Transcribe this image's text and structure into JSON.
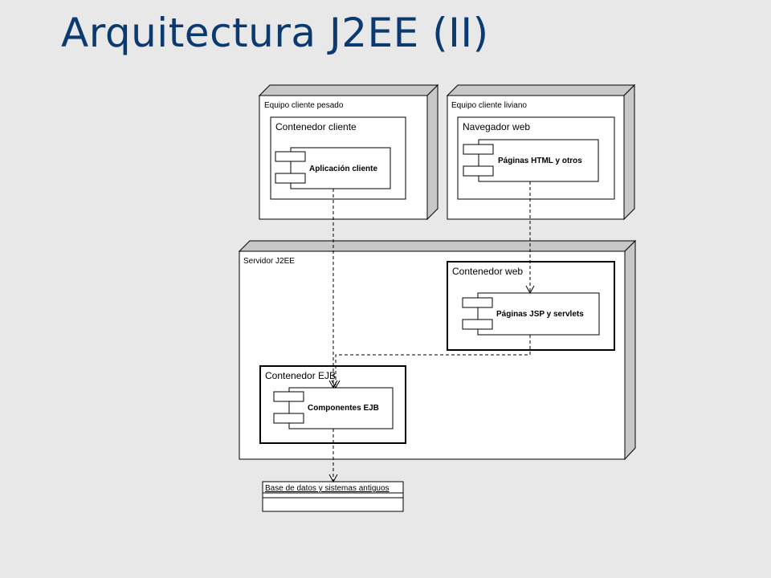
{
  "slide": {
    "title": "Arquitectura J2EE (II)"
  },
  "diagram": {
    "nodes": {
      "heavy_client": {
        "label": "Equipo cliente pesado",
        "container_label": "Contenedor cliente",
        "component_label": "Aplicación cliente"
      },
      "light_client": {
        "label": "Equipo cliente liviano",
        "container_label": "Navegador web",
        "component_label": "Páginas HTML y otros"
      },
      "server": {
        "label": "Servidor J2EE",
        "web_container": {
          "label": "Contenedor web",
          "component_label": "Páginas JSP y servlets"
        },
        "ejb_container": {
          "label": "Contenedor EJB",
          "component_label": "Componentes EJB"
        }
      }
    },
    "database": {
      "label": "Base de datos y sistemas antiguos"
    }
  },
  "colors": {
    "background": "#e8e8e8",
    "title": "#0b3a70",
    "node_fill": "#ffffff",
    "node_depth": "#c8c8c8",
    "stroke": "#000000"
  }
}
